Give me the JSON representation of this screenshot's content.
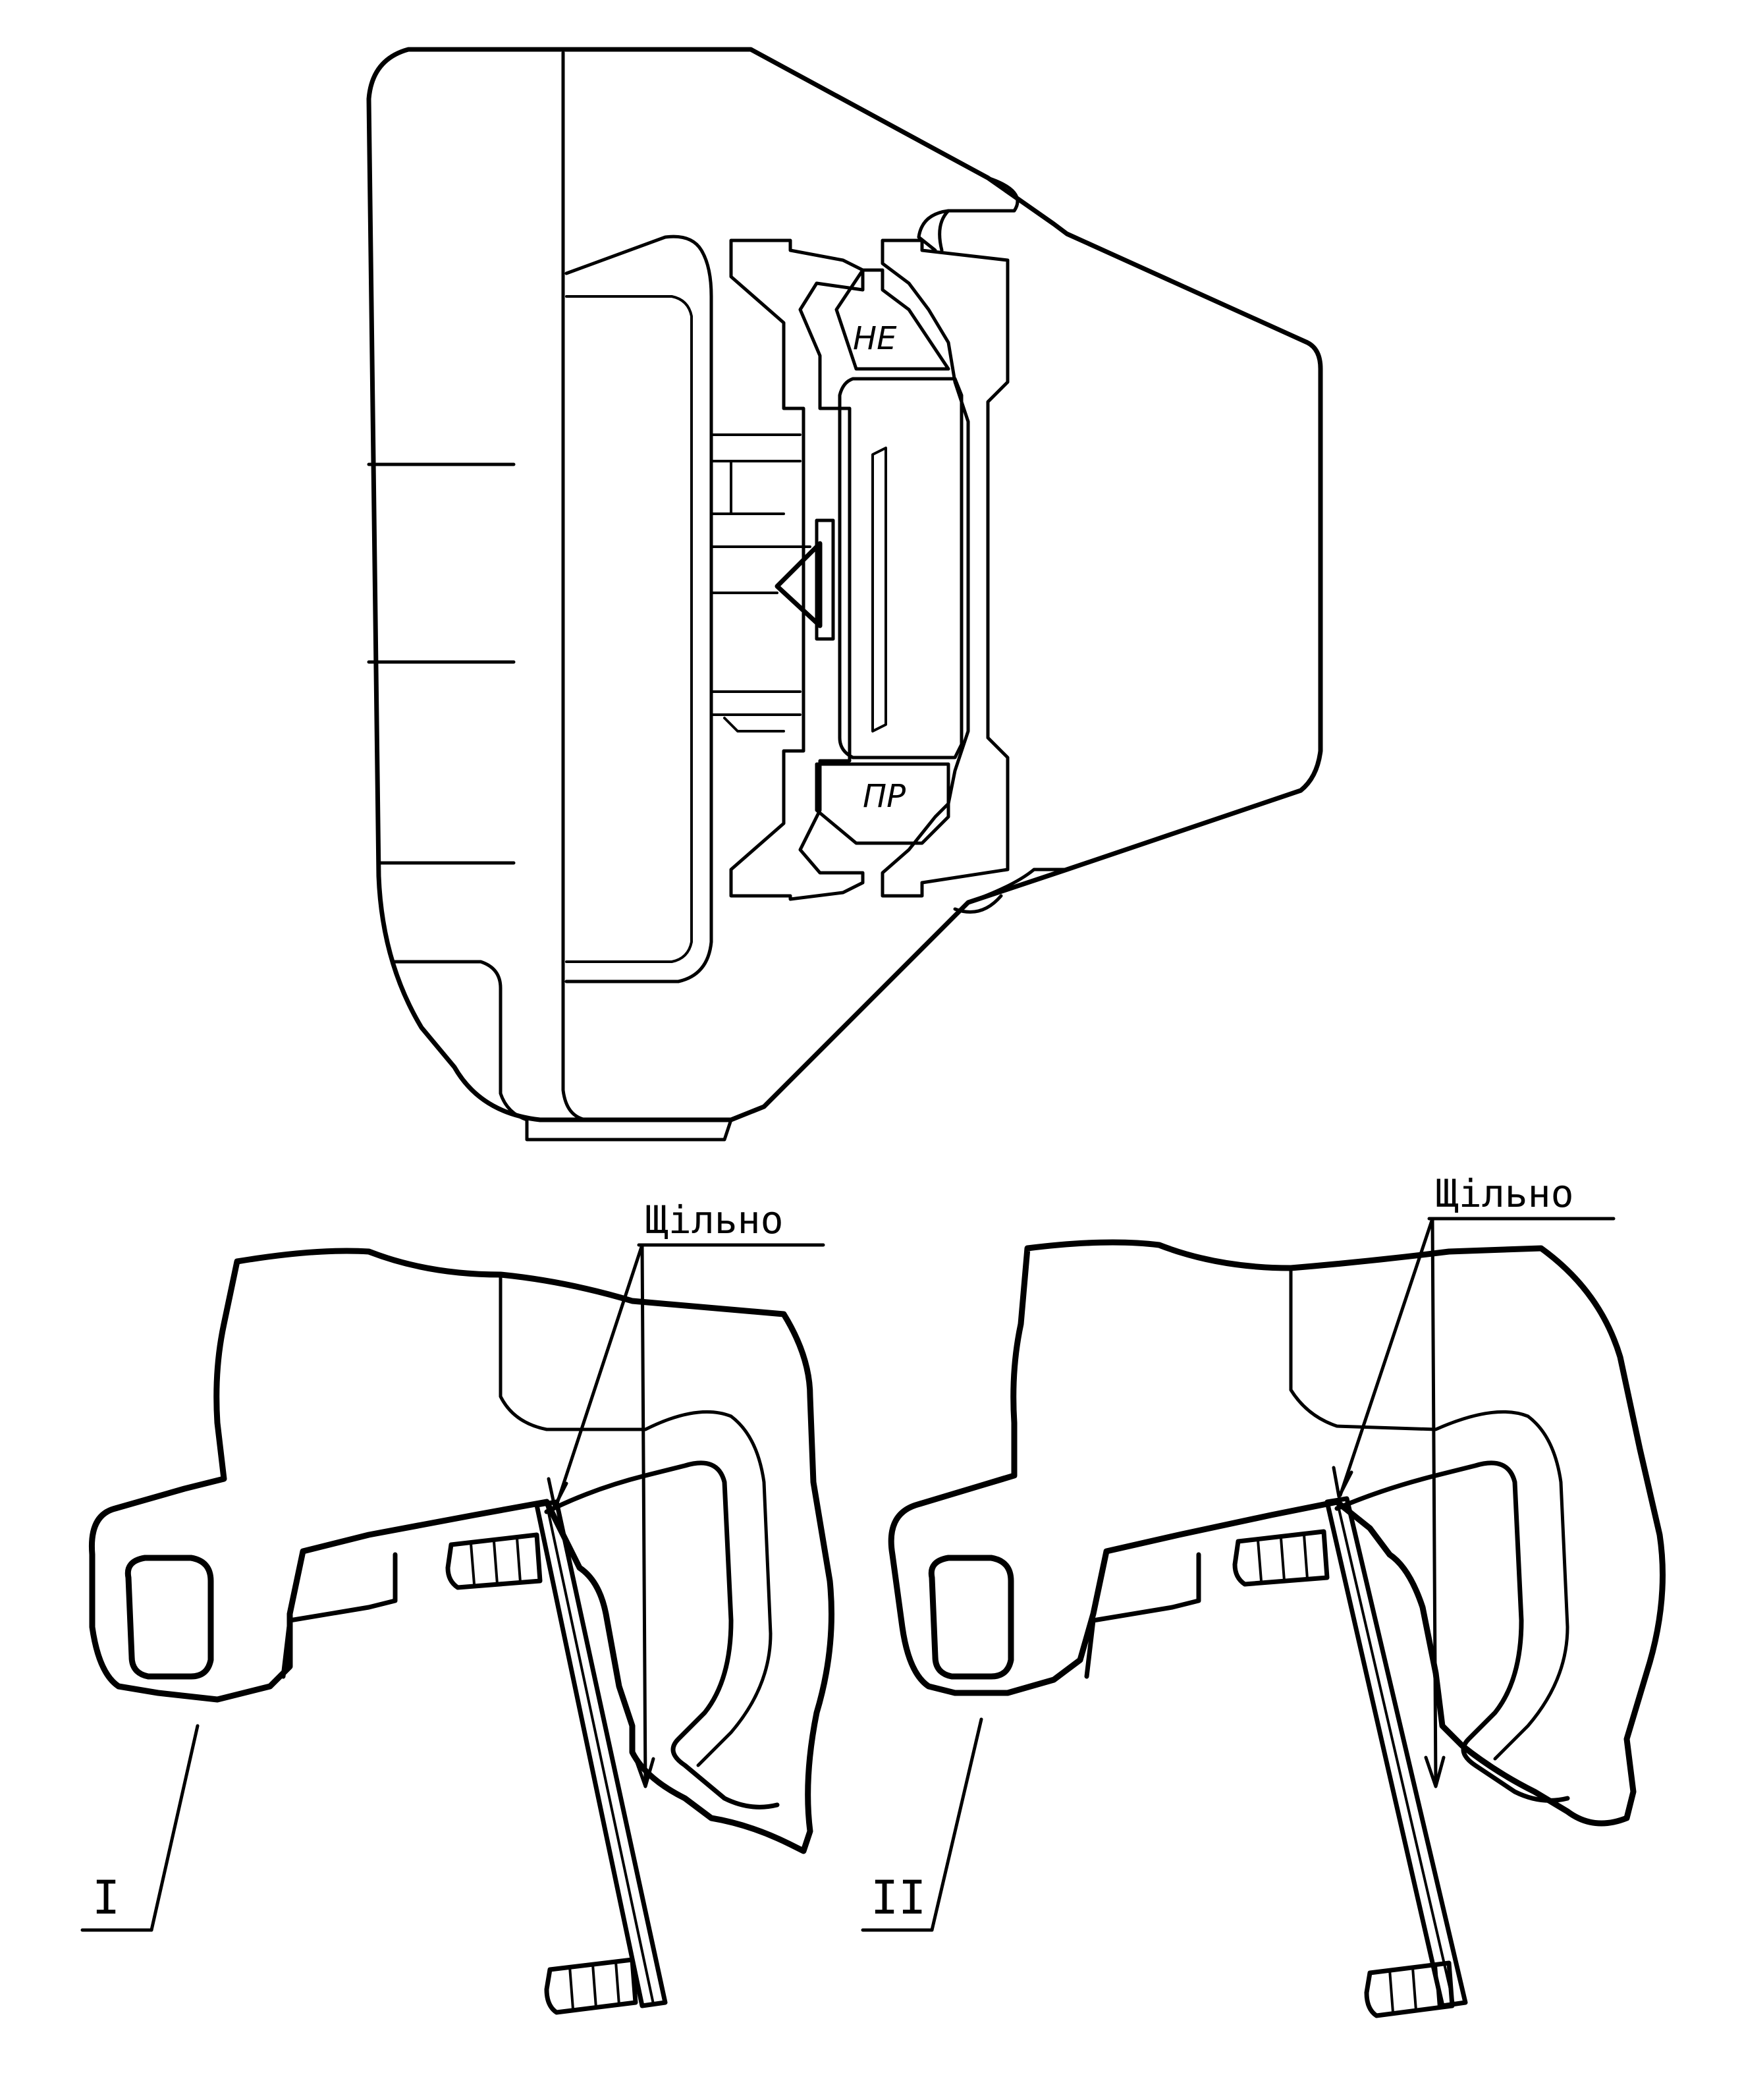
{
  "top_view": {
    "upper_zone_label": "НЕ",
    "lower_zone_label": "ПР"
  },
  "detail_left": {
    "roman_label": "I",
    "callout_label": "Щільно"
  },
  "detail_right": {
    "roman_label": "II",
    "callout_label": "Щільно"
  }
}
